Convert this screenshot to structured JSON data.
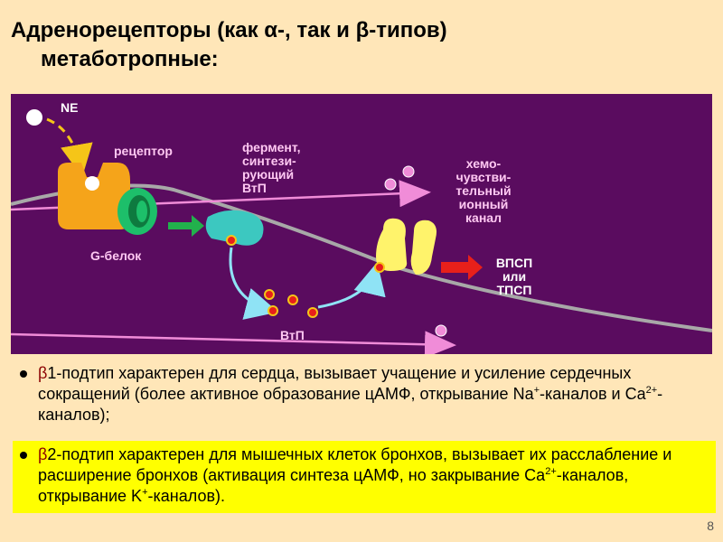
{
  "title": {
    "line1": "Адренорецепторы (как α-, так и β-типов)",
    "line2": "метаботропные:"
  },
  "diagram": {
    "labels": {
      "ne": "NE",
      "receptor": "рецептор",
      "enzyme_line1": "фермент,",
      "enzyme_line2": "синтези-",
      "enzyme_line3": "рующий",
      "enzyme_line4": "ВтП",
      "chemo_line1": "хемо-",
      "chemo_line2": "чувстви-",
      "chemo_line3": "тельный",
      "chemo_line4": "ионный",
      "chemo_line5": "канал",
      "gprotein": "G-белок",
      "vtp": "ВтП",
      "result_line1": "ВПСП",
      "result_line2": "или",
      "result_line3": "ТПСП"
    },
    "colors": {
      "background": "#5A0C5F",
      "membrane": "#A8A8A8",
      "receptor": "#F5A41A",
      "gprotein": "#1DBF6A",
      "enzyme": "#3CC8C0",
      "channel": "#FFF36B",
      "pink_arrow": "#F08CD8",
      "green_arrow": "#22B14C",
      "red_arrow": "#E8201A",
      "cyan_arrow": "#8FE3F5"
    }
  },
  "bullets": {
    "b1": {
      "beta": "β",
      "text_a": "1-подтип характерен для сердца, вызывает учащение и усиление сердечных сокращений (более активное образование цАМФ, открывание Na",
      "sup1": "+",
      "text_b": "-каналов и Ca",
      "sup2": "2+",
      "text_c": "-каналов);"
    },
    "b2": {
      "beta": "β",
      "text_a": "2-подтип характерен для мышечных клеток бронхов, вызывает их расслабление и расширение бронхов (активация синтеза цАМФ, но закрывание Ca",
      "sup1": "2+",
      "text_b": "-каналов, открывание K",
      "sup2": "+",
      "text_c": "-каналов)."
    }
  },
  "page_number": "8"
}
